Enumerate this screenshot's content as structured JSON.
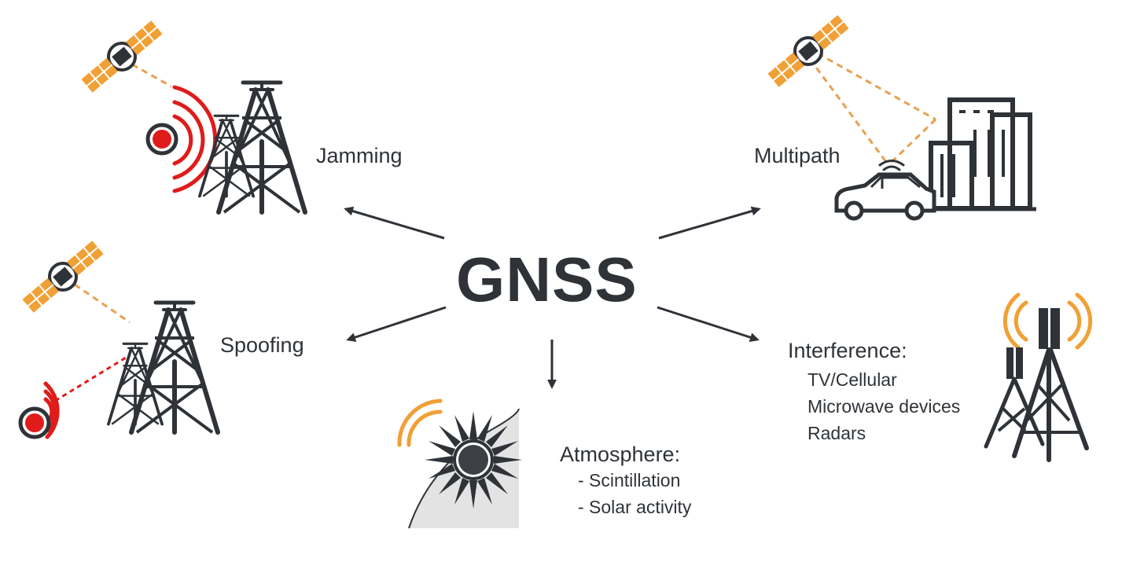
{
  "center_label": "GNSS",
  "threats": {
    "jamming": {
      "label": "Jamming"
    },
    "multipath": {
      "label": "Multipath"
    },
    "spoofing": {
      "label": "Spoofing"
    },
    "atmosphere": {
      "label": "Atmosphere:",
      "items": [
        "- Scintillation",
        "- Solar activity"
      ]
    },
    "interference": {
      "label": "Interference:",
      "items": [
        "TV/Cellular",
        "Microwave devices",
        "Radars"
      ]
    }
  },
  "colors": {
    "ink": "#2f3338",
    "accent_orange": "#f0a035",
    "jam_red": "#e01b1b",
    "signal_dash": "#e8a050"
  },
  "icons": [
    "satellite-icon",
    "radio-tower-icon",
    "jammer-icon",
    "building-icon",
    "car-icon",
    "sun-icon",
    "cell-tower-icon"
  ]
}
